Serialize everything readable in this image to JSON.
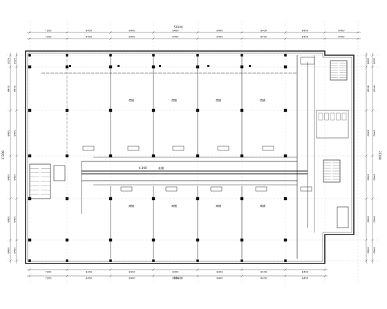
{
  "dims_top_top": [
    "7200",
    "8400",
    "8400",
    "8400",
    "8400",
    "8400",
    "8400",
    "8400",
    "6000"
  ],
  "total_top": "57600",
  "dims_top_bottom": [
    "7200",
    "8400",
    "8400",
    "8400",
    "8400",
    "8400",
    "8400",
    "8400",
    "6000"
  ],
  "dims_bottom_top": [
    "7200",
    "8400",
    "8400",
    "8400",
    "8400",
    "8400",
    "8400",
    "8400"
  ],
  "total_bottom": "57600",
  "dims_bottom_bottom": [
    "7200",
    "8400",
    "8400",
    "8400",
    "8400",
    "8400",
    "8400",
    "8400"
  ],
  "dims_left": [
    "3000",
    "8400",
    "8400",
    "8400",
    "8400",
    "8400",
    "3600"
  ],
  "total_left": "37200",
  "dims_right": [
    "3000",
    "8400",
    "8400",
    "8400",
    "8400",
    "8400",
    "3600"
  ],
  "total_right": "37200",
  "level_label": "-4.300",
  "corridor_label": "走道",
  "room_label": "商铺"
}
